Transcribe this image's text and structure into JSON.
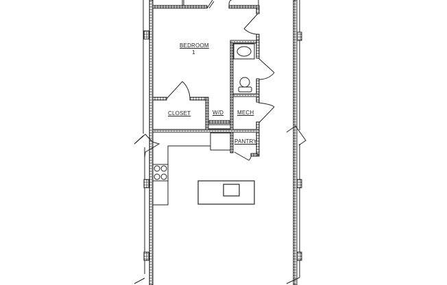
{
  "plan": {
    "type": "floor-plan",
    "background": "#ffffff",
    "line_color": "#222222",
    "rooms": [
      {
        "id": "bedroom",
        "label": "BEDROOM",
        "sub": "1"
      },
      {
        "id": "closet",
        "label": "CLOSET"
      },
      {
        "id": "wd",
        "label": "W/D"
      },
      {
        "id": "mech",
        "label": "MECH"
      },
      {
        "id": "pantry",
        "label": "PANTRY"
      }
    ],
    "fixtures": [
      "sink",
      "toilet",
      "cooktop",
      "kitchen-island",
      "island-sink"
    ]
  }
}
